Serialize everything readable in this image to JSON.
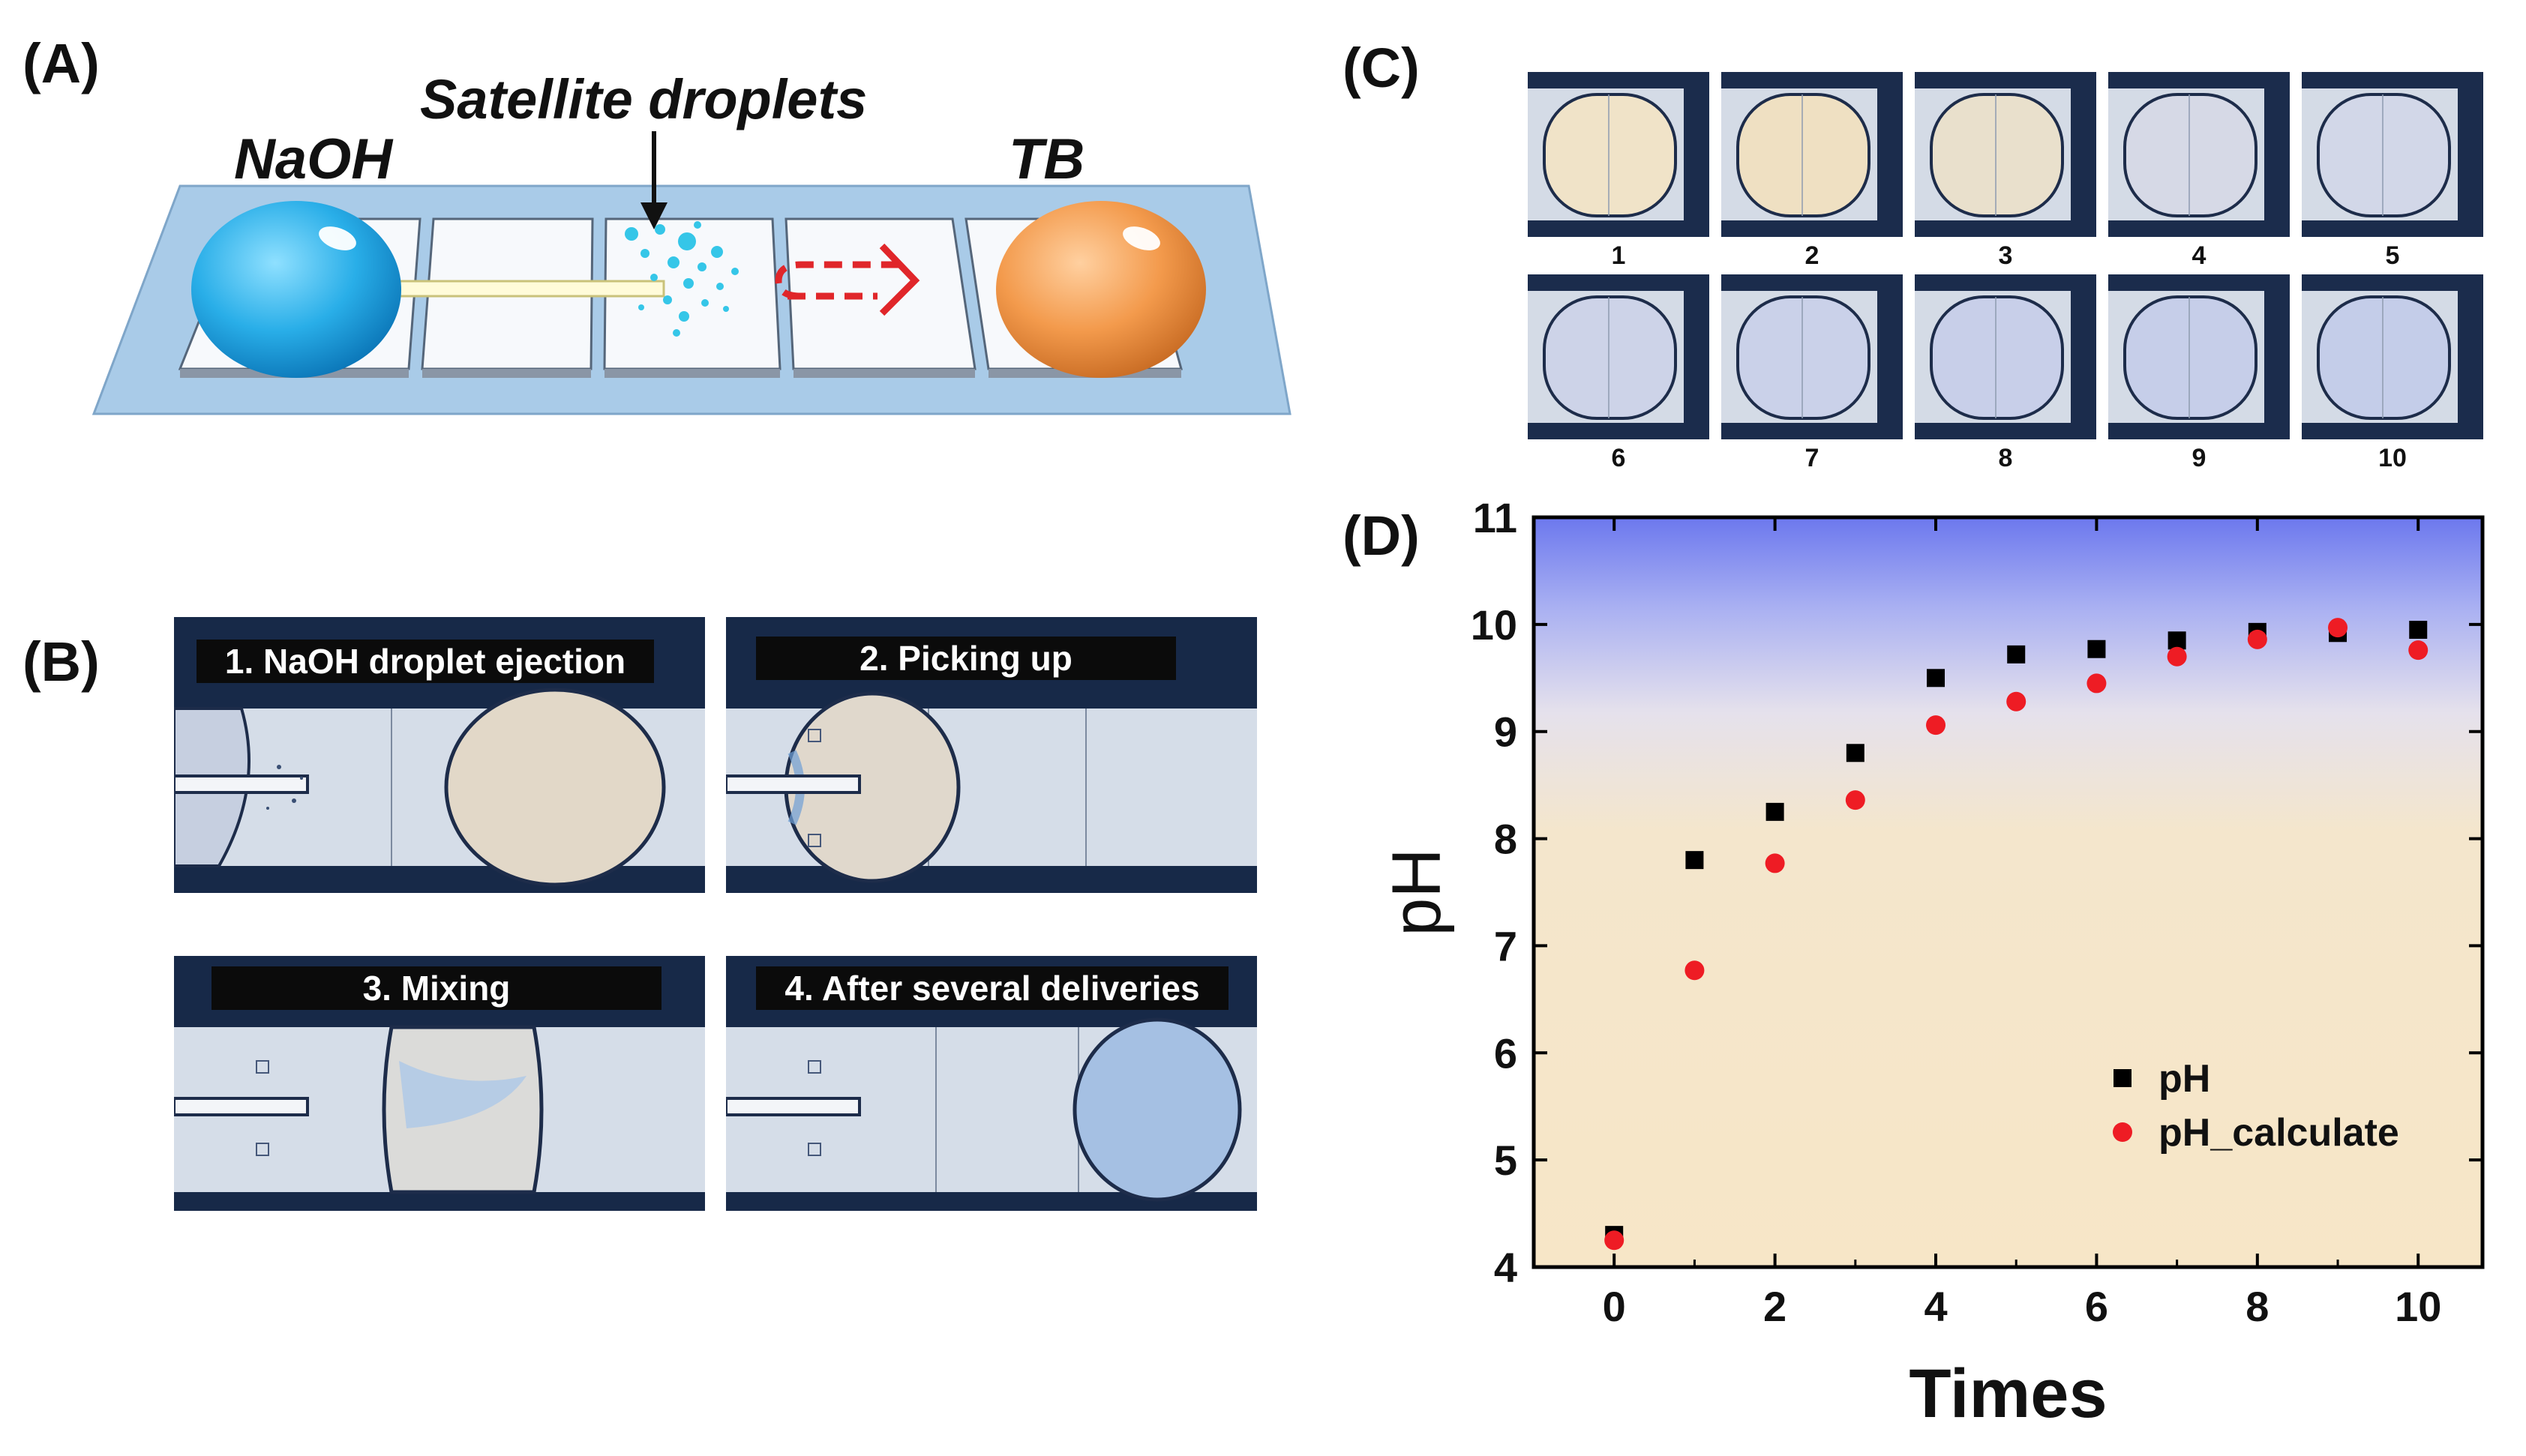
{
  "panels": {
    "a": {
      "label": "(A)",
      "naoh_label": "NaOH",
      "satellite_label": "Satellite droplets",
      "tb_label": "TB",
      "colors": {
        "naoh": "#29aee8",
        "tb": "#f39a4c",
        "glass": "#a9cbe8",
        "arrow": "#e0262a"
      }
    },
    "b": {
      "label": "(B)",
      "steps": [
        {
          "caption": "1. NaOH droplet ejection"
        },
        {
          "caption": "2. Picking up"
        },
        {
          "caption": "3. Mixing"
        },
        {
          "caption": "4. After several deliveries"
        }
      ]
    },
    "c": {
      "label": "(C)",
      "thumbs": [
        {
          "label": "1",
          "color": "#f0e3c8"
        },
        {
          "label": "2",
          "color": "#efe0c2"
        },
        {
          "label": "3",
          "color": "#e9e0cc"
        },
        {
          "label": "4",
          "color": "#d6d9e6"
        },
        {
          "label": "5",
          "color": "#d2d7e8"
        },
        {
          "label": "6",
          "color": "#cdd3e8"
        },
        {
          "label": "7",
          "color": "#cad1e9"
        },
        {
          "label": "8",
          "color": "#c8cfe9"
        },
        {
          "label": "9",
          "color": "#c6cee9"
        },
        {
          "label": "10",
          "color": "#c4cde9"
        }
      ]
    },
    "d": {
      "label": "(D)",
      "chart_data": {
        "type": "scatter",
        "xlabel": "Times",
        "ylabel": "pH",
        "xlim": [
          -1,
          10.8
        ],
        "ylim": [
          4,
          11
        ],
        "x_ticks": [
          0,
          2,
          4,
          6,
          8,
          10
        ],
        "y_ticks": [
          4,
          5,
          6,
          7,
          8,
          9,
          10,
          11
        ],
        "legend_position": "bottom-right",
        "series": [
          {
            "name": "pH",
            "marker": "square",
            "color": "#000000",
            "x": [
              0,
              1,
              2,
              3,
              4,
              5,
              6,
              7,
              8,
              9,
              10
            ],
            "y": [
              4.3,
              7.8,
              8.25,
              8.8,
              9.5,
              9.72,
              9.77,
              9.85,
              9.93,
              9.92,
              9.95
            ]
          },
          {
            "name": "pH_calculate",
            "marker": "circle",
            "color": "#ee1c24",
            "x": [
              0,
              1,
              2,
              3,
              4,
              5,
              6,
              7,
              8,
              9,
              10
            ],
            "y": [
              4.25,
              6.77,
              7.77,
              8.36,
              9.06,
              9.28,
              9.45,
              9.7,
              9.86,
              9.97,
              9.76
            ]
          }
        ]
      }
    }
  }
}
